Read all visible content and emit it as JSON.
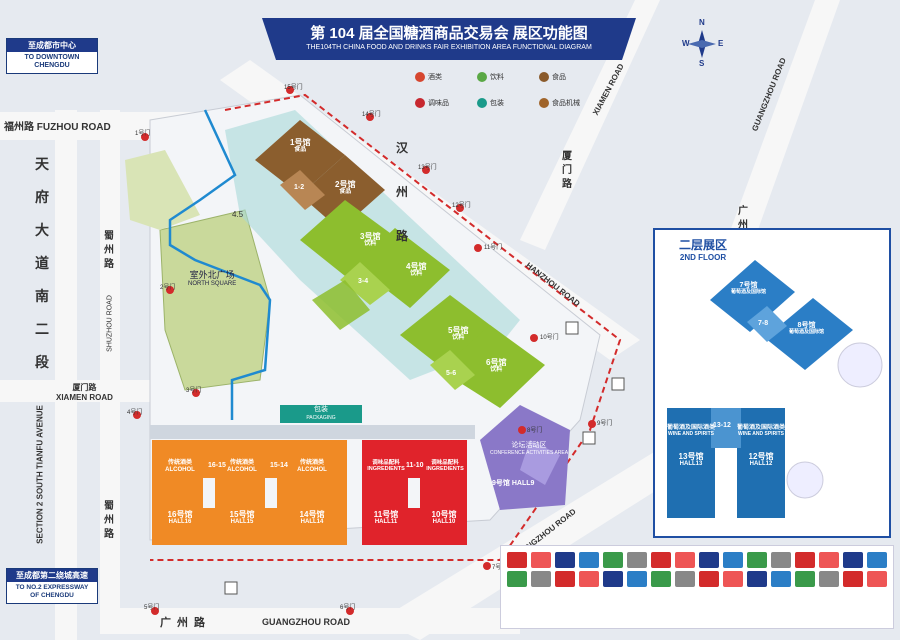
{
  "title": {
    "zh": "第 104 届全国糖酒商品交易会  展区功能图",
    "en": "THE104TH CHINA FOOD AND DRINKS FAIR  EXHIBITION AREA FUNCTIONAL DIAGRAM"
  },
  "signs": {
    "downtown_zh": "至成都市中心",
    "downtown_en": "TO DOWNTOWN CHENGDU",
    "expressway_zh": "至成都第二绕城高速",
    "expressway_en": "TO NO.2 EXPRESSWAY OF CHENGDU"
  },
  "roads": {
    "fuzhou_zh": "福州路",
    "fuzhou_en": "FUZHOU ROAD",
    "tianfu_zh": "天府大道南二段",
    "tianfu_en": "SECTION 2 SOUTH TIANFU AVENUE",
    "shuzhou_zh": "蜀州路",
    "shuzhou_en": "SHUZHOU ROAD",
    "xiamen_zh": "厦门路",
    "xiamen_en": "XIAMEN ROAD",
    "xiamen_ne_en": "XIAMEN ROAD",
    "guangzhou_zh": "广州路",
    "guangzhou_en": "GUANGZHOU ROAD",
    "guangzhou_ne_en": "GUANGZHOU ROAD",
    "hanzhou_zh": "汉州路",
    "hanzhou_en": "HANZHOU ROAD"
  },
  "compass": {
    "n": "N",
    "s": "S",
    "e": "E",
    "w": "W"
  },
  "areas": {
    "north_square_zh": "室外北广场",
    "north_square_en": "NORTH SQUARE",
    "conference_zh": "论坛活动区",
    "conference_en": "CONFERENCE ACTIVITIES AREA",
    "hall9": "9号馆 HALL9",
    "packaging_zh": "包装",
    "packaging_en": "PACKAGING",
    "gate_4_5": "4.5"
  },
  "halls_green": [
    {
      "num": "3号馆",
      "cat": "饮料"
    },
    {
      "num": "4号馆",
      "cat": "饮料"
    },
    {
      "num": "3-4",
      "cat": ""
    },
    {
      "num": "5号馆",
      "cat": "饮料"
    },
    {
      "num": "6号馆",
      "cat": "饮料"
    },
    {
      "num": "5-6",
      "cat": ""
    }
  ],
  "halls_brown": [
    {
      "num": "1号馆",
      "cat": "食品"
    },
    {
      "num": "2号馆",
      "cat": "食品"
    },
    {
      "num": "1-2",
      "cat": ""
    }
  ],
  "halls_orange": [
    {
      "num": "16号馆",
      "en": "HALL16",
      "cat": "传统酒类",
      "cat_en": "ALCOHOL"
    },
    {
      "num": "16-15",
      "en": "",
      "cat": "",
      "cat_en": ""
    },
    {
      "num": "15号馆",
      "en": "HALL15",
      "cat": "传统酒类",
      "cat_en": "ALCOHOL"
    },
    {
      "num": "15-14",
      "en": "",
      "cat": "",
      "cat_en": ""
    },
    {
      "num": "14号馆",
      "en": "HALL14",
      "cat": "传统酒类",
      "cat_en": "ALCOHOL"
    }
  ],
  "halls_red": [
    {
      "num": "11号馆",
      "en": "HALL11",
      "cat": "调味品配料",
      "cat_en": "INGREDIENTS"
    },
    {
      "num": "11-10",
      "en": "",
      "cat": "",
      "cat_en": ""
    },
    {
      "num": "10号馆",
      "en": "HALL10",
      "cat": "调味品配料",
      "cat_en": "INGREDIENTS"
    }
  ],
  "floor2": {
    "title_zh": "二层展区",
    "title_en": "2ND FLOOR",
    "halls": [
      {
        "num": "7号馆",
        "cat": "葡萄酒及国际馆"
      },
      {
        "num": "8号馆",
        "cat": "葡萄酒及国际馆"
      },
      {
        "num": "7-8",
        "cat": ""
      },
      {
        "num": "13号馆",
        "en": "HALL13",
        "cat": "葡萄酒及国际酒类",
        "cat_en": "WINE AND SPIRITS"
      },
      {
        "num": "12号馆",
        "en": "HALL12",
        "cat": "葡萄酒及国际酒类",
        "cat_en": "WINE AND SPIRITS"
      },
      {
        "num": "13-12",
        "cat": ""
      }
    ]
  },
  "gates": [
    "1号门",
    "2号门",
    "3号门",
    "4号门",
    "5号门",
    "6号门",
    "7号门",
    "8号门",
    "9号门",
    "10号门",
    "11号门",
    "12号门",
    "13号门",
    "14号门",
    "15号门"
  ],
  "legend": [
    {
      "label": "酒类",
      "color": "#d6462f"
    },
    {
      "label": "饮料",
      "color": "#5aa845"
    },
    {
      "label": "食品",
      "color": "#8a5a2b"
    },
    {
      "label": "调味品",
      "color": "#c7282f"
    },
    {
      "label": "包装",
      "color": "#1a9a8a"
    },
    {
      "label": "食品机械",
      "color": "#a0642a"
    }
  ],
  "colors": {
    "orange": "#f08a25",
    "red": "#e0232b",
    "green": "#8dbe2e",
    "brown": "#8b5e2e",
    "blue": "#2b7ec6",
    "purple": "#8a78c8",
    "navy": "#1f3a8a",
    "water": "#a8d8d8"
  }
}
